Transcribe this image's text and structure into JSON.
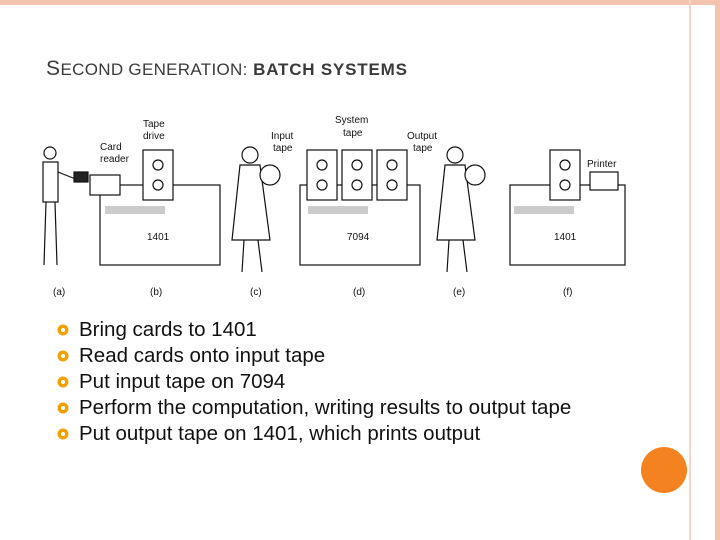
{
  "slide": {
    "title": {
      "first": "S",
      "rest": "ECOND GENERATION",
      "colon": ":",
      "bold": " BATCH SYSTEMS"
    },
    "figure": {
      "labels": {
        "tape_drive_1": "Tape",
        "tape_drive_2": "drive",
        "card_reader_1": "Card",
        "card_reader_2": "reader",
        "input_tape_1": "Input",
        "input_tape_2": "tape",
        "system_tape_1": "System",
        "system_tape_2": "tape",
        "output_tape_1": "Output",
        "output_tape_2": "tape",
        "printer": "Printer",
        "machine_b": "1401",
        "machine_d": "7094",
        "machine_f": "1401"
      },
      "panel_letters": [
        "(a)",
        "(b)",
        "(c)",
        "(d)",
        "(e)",
        "(f)"
      ]
    },
    "bullets": [
      "Bring cards to 1401",
      "Read cards onto input tape",
      "Put input tape on 7094",
      "Perform the computation, writing results to output tape",
      "Put output tape on 1401, which prints output"
    ],
    "colors": {
      "accent": "#f58220",
      "frame": "#f2c4b0",
      "bullet": "#f0a000"
    }
  }
}
